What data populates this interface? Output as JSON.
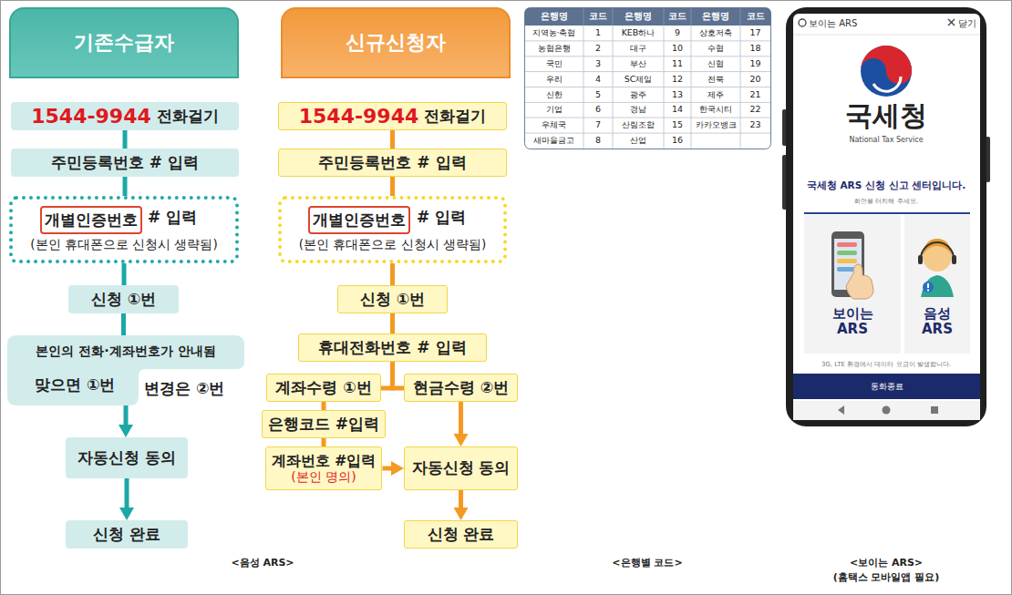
{
  "diagram": {
    "nodes": [
      {
        "text": [
          "기존수급자"
        ]
      },
      {
        "text": [
          "1544-9944",
          "전화걸기"
        ]
      },
      {
        "text": [
          "주민등록번호 # 입력"
        ]
      },
      {
        "text": [
          "# 입력",
          "(본인 휴대폰으로 신청시 생략됨)"
        ]
      },
      {
        "text": [
          "개별인증번호"
        ],
        "in": 3
      },
      {
        "text": [
          "신청 ①번"
        ]
      },
      {
        "text": [
          "본인의 전화·계좌번호가 안내됨",
          "맞으면 ①번"
        ]
      },
      {
        "text": [
          "자동신청 동의"
        ]
      },
      {
        "text": [
          "신청 완료"
        ]
      },
      {
        "text": [
          "신규신청자"
        ]
      },
      {
        "text": [
          "1544-9944",
          "전화걸기"
        ]
      },
      {
        "text": [
          "주민등록번호 # 입력"
        ]
      },
      {
        "text": [
          "# 입력",
          "(본인 휴대폰으로 신청시 생략됨)"
        ]
      },
      {
        "text": [
          "개별인증번호"
        ],
        "in": 12
      },
      {
        "text": [
          "신청 ①번"
        ]
      },
      {
        "text": [
          "휴대전화번호 # 입력"
        ]
      },
      {
        "text": [
          "계좌수령 ①번"
        ]
      },
      {
        "text": [
          "현금수령 ②번"
        ]
      },
      {
        "text": [
          "은행코드 #입력"
        ]
      },
      {
        "text": [
          "계좌번호 #입력",
          "(본인 명의)"
        ]
      },
      {
        "text": [
          "자동신청 동의"
        ]
      },
      {
        "text": [
          "신청 완료"
        ]
      },
      {
        "text": [
          "보이는 ARS"
        ]
      },
      {
        "text": [
          "음성 ARS"
        ]
      },
      {
        "text": [
          "통화종료"
        ]
      }
    ],
    "edges": [
      {
        "from": 1,
        "to": 2,
        "arrow": "none"
      },
      {
        "from": 2,
        "to": 3,
        "arrow": "none"
      },
      {
        "from": 3,
        "to": 5,
        "arrow": "none"
      },
      {
        "from": 5,
        "to": 6,
        "arrow": "none"
      },
      {
        "from": 6,
        "to": 7,
        "arrow": "to"
      },
      {
        "from": 7,
        "to": 8,
        "arrow": "to"
      },
      {
        "from": 10,
        "to": 11,
        "arrow": "none"
      },
      {
        "from": 11,
        "to": 12,
        "arrow": "none"
      },
      {
        "from": 12,
        "to": 14,
        "arrow": "none"
      },
      {
        "from": 14,
        "to": 15,
        "arrow": "none"
      },
      {
        "from": 15,
        "to": 16,
        "arrow": "none"
      },
      {
        "from": 15,
        "to": 17,
        "arrow": "none"
      },
      {
        "from": 16,
        "to": 18,
        "arrow": "none"
      },
      {
        "from": 18,
        "to": 19,
        "arrow": "none"
      },
      {
        "from": 19,
        "to": 20,
        "arrow": "to"
      },
      {
        "from": 17,
        "to": 20,
        "arrow": "to"
      },
      {
        "from": 20,
        "to": 21,
        "arrow": "to"
      }
    ],
    "labels": [
      "변경은 ②번",
      "은행명",
      "코드",
      "은행명",
      "코드",
      "은행명",
      "코드",
      "지역농·축협",
      "1",
      "KEB하나",
      "9",
      "상호저축",
      "17",
      "농협은행",
      "2",
      "대구",
      "10",
      "수협",
      "18",
      "국민",
      "3",
      "부산",
      "11",
      "신협",
      "19",
      "우리",
      "4",
      "SC제일",
      "12",
      "전북",
      "20",
      "신한",
      "5",
      "광주",
      "13",
      "제주",
      "21",
      "기업",
      "6",
      "경남",
      "14",
      "한국시티",
      "22",
      "우체국",
      "7",
      "산림조합",
      "15",
      "카카오뱅크",
      "23",
      "새마을금고",
      "8",
      "산업",
      "16",
      "보이는 ARS",
      "닫기",
      "국세청",
      "National Tax Service",
      "국세청 ARS 신청 신고 센터입니다.",
      "화면을 터치해 주세요.",
      "3G, LTE 환경에서 데이터 요금이 발생합니다.",
      "<음성 ARS>",
      "<은행별 코드>",
      "<보이는 ARS>",
      "(홈택스 모바일앱 필요)"
    ]
  }
}
